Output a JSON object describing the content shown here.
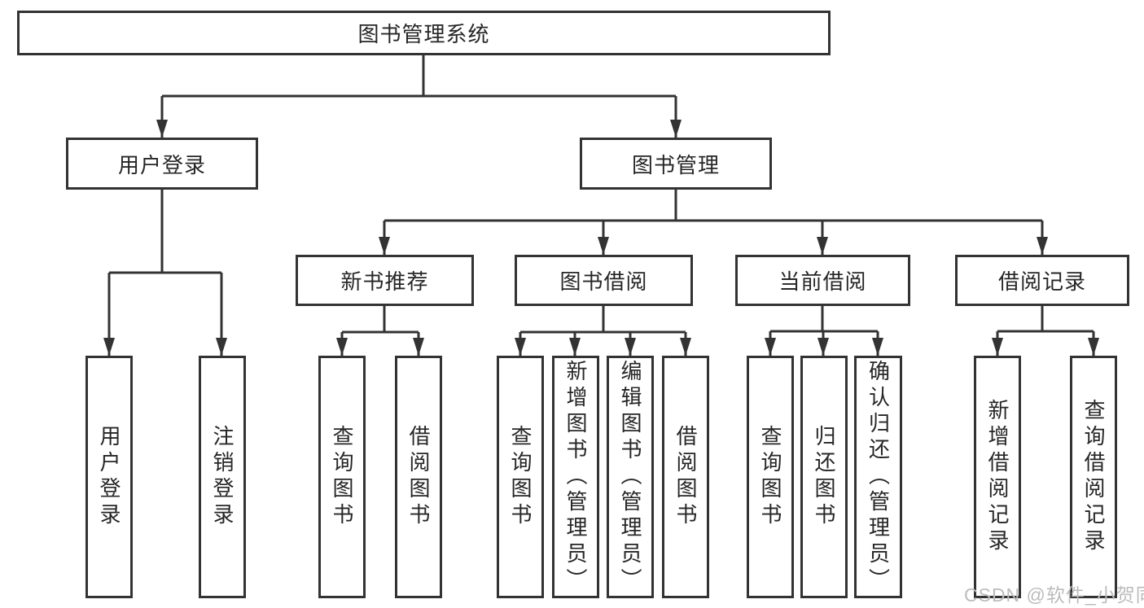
{
  "tree": {
    "label": "图书管理系统",
    "children": [
      {
        "label": "用户登录",
        "children": [
          {
            "label": "用户登录"
          },
          {
            "label": "注销登录"
          }
        ]
      },
      {
        "label": "图书管理",
        "children": [
          {
            "label": "新书推荐",
            "children": [
              {
                "label": "查询图书"
              },
              {
                "label": "借阅图书"
              }
            ]
          },
          {
            "label": "图书借阅",
            "children": [
              {
                "label": "查询图书"
              },
              {
                "label": "新增图书（管理员）"
              },
              {
                "label": "编辑图书（管理员）"
              },
              {
                "label": "借阅图书"
              }
            ]
          },
          {
            "label": "当前借阅",
            "children": [
              {
                "label": "查询图书"
              },
              {
                "label": "归还图书"
              },
              {
                "label": "确认归还（管理员）"
              }
            ]
          },
          {
            "label": "借阅记录",
            "children": [
              {
                "label": "新增借阅记录"
              },
              {
                "label": "查询借阅记录"
              }
            ]
          }
        ]
      }
    ]
  },
  "watermark": "CSDN @软件_小贺同学",
  "colors": {
    "line": "#333333",
    "text": "#262626",
    "box_background": "#ffffff",
    "page_background": "#ffffff",
    "watermark": "#bcbcbc"
  }
}
